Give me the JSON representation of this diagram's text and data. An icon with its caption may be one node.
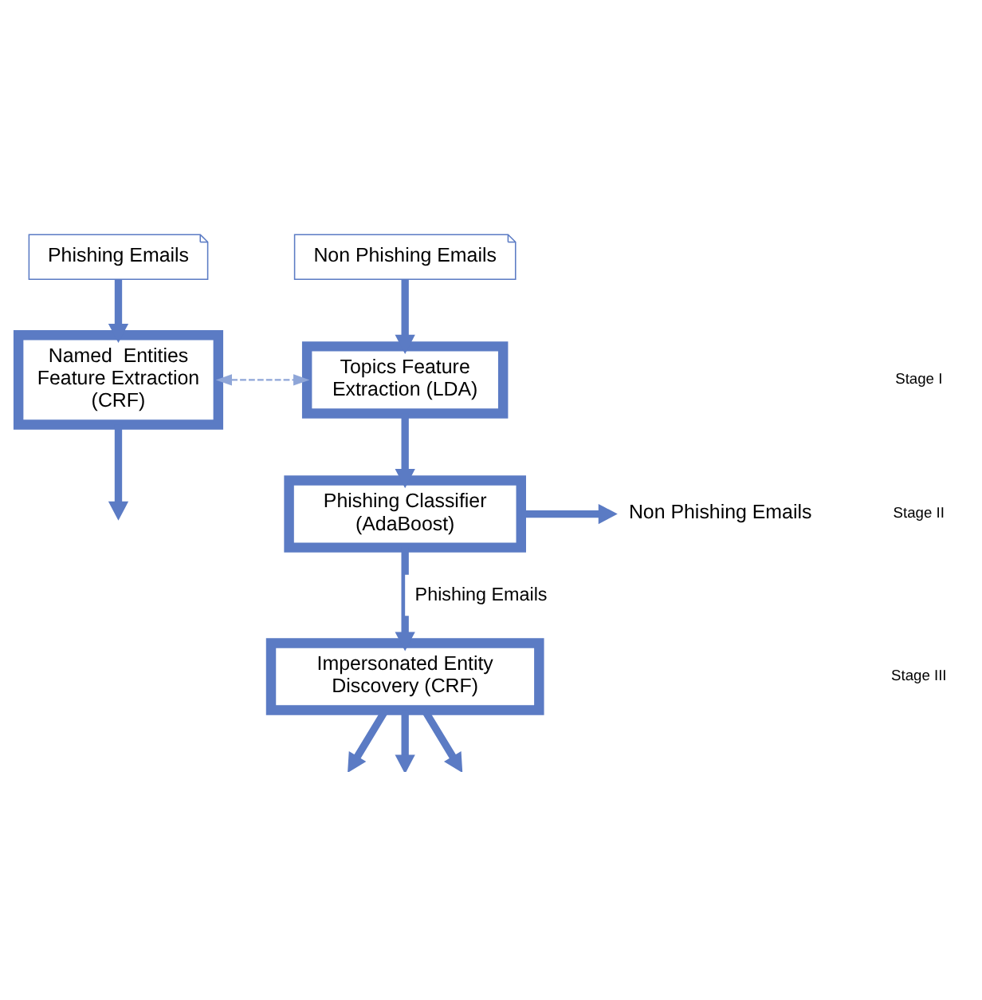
{
  "diagram": {
    "nodes": [
      {
        "text": [
          "Phishing Emails"
        ]
      },
      {
        "text": [
          "Non Phishing Emails"
        ]
      },
      {
        "text": [
          "Named  Entities Feature Extraction (CRF)"
        ]
      },
      {
        "text": [
          "Topics Feature Extraction (LDA)"
        ]
      },
      {
        "text": [
          "Phishing Classifier (AdaBoost)"
        ]
      },
      {
        "text": [
          "Non Phishing Emails"
        ]
      },
      {
        "text": [
          "Impersonated Entity Discovery (CRF)"
        ]
      }
    ],
    "edges": [
      {
        "from": 0,
        "to": 2,
        "arrow": "to"
      },
      {
        "from": 1,
        "to": 3,
        "arrow": "to"
      },
      {
        "from": 2,
        "to": 3,
        "arrow": "both",
        "style": "dashed"
      },
      {
        "from": 2,
        "to": null,
        "arrow": "to"
      },
      {
        "from": 3,
        "to": 4,
        "arrow": "to"
      },
      {
        "from": 4,
        "to": 5,
        "arrow": "to"
      },
      {
        "from": 4,
        "to": 6,
        "arrow": "to",
        "label": "Phishing Emails"
      },
      {
        "from": 6,
        "to": null,
        "arrow": "to"
      },
      {
        "from": 6,
        "to": null,
        "arrow": "to"
      },
      {
        "from": 6,
        "to": null,
        "arrow": "to"
      }
    ],
    "labels": [
      "Stage I",
      "Stage II",
      "Stage III"
    ]
  }
}
